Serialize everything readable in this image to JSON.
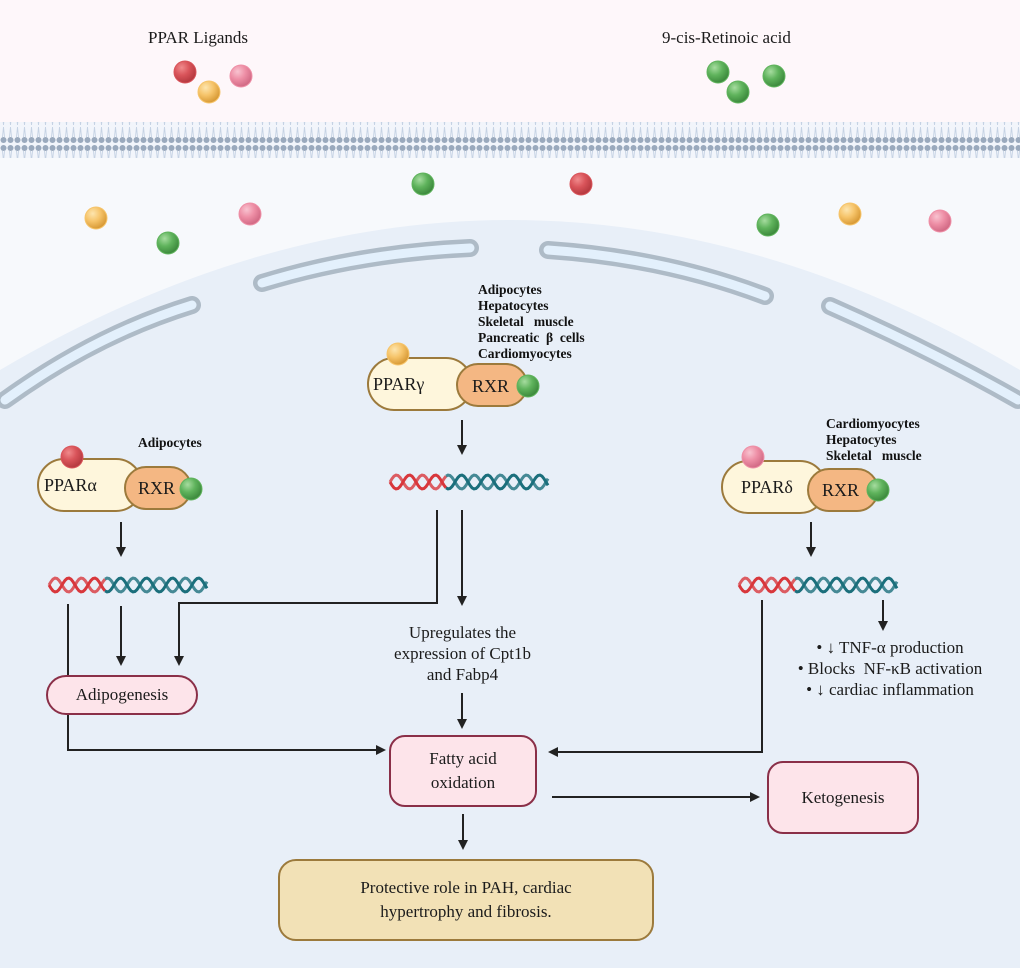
{
  "extracellular": {
    "ligands_label": "PPAR Ligands",
    "retinoic_label": "9-cis-Retinoic acid"
  },
  "ligand_colors": {
    "red": "#d9545a",
    "yellow": "#f6c46a",
    "pink": "#ee8fa6",
    "green": "#5fb35c"
  },
  "complexes": {
    "gamma": {
      "receptor": "PPARγ",
      "partner": "RXR",
      "ligand": "yellow",
      "cells": [
        "Adipocytes",
        "Hepatocytes",
        "Skeletal   muscle",
        "Pancreatic  β  cells",
        "Cardiomyocytes"
      ]
    },
    "alpha": {
      "receptor": "PPARα",
      "partner": "RXR",
      "ligand": "red",
      "cells": [
        "Adipocytes"
      ]
    },
    "delta": {
      "receptor": "PPARδ",
      "partner": "RXR",
      "ligand": "pink",
      "cells": [
        "Cardiomyocytes",
        "Hepatocytes",
        "Skeletal   muscle"
      ]
    }
  },
  "outcomes": {
    "upregulates": [
      "Upregulates the",
      "expression of Cpt1b",
      "and Fabp4"
    ],
    "adipogenesis": "Adipogenesis",
    "fatty_acid_oxidation": [
      "Fatty acid",
      "oxidation"
    ],
    "ketogenesis": "Ketogenesis",
    "protective": [
      "Protective role in PAH, cardiac",
      "hypertrophy and fibrosis."
    ],
    "delta_effects": [
      "• ↓ TNF-α production",
      "• Blocks  NF-κB activation",
      "• ↓ cardiac inflammation"
    ]
  },
  "colors": {
    "extracellular_bg": "#fef7fa",
    "cytoplasm_bg": "#f7f9fc",
    "nucleus_bg": "#e8eff8",
    "membrane": "#9aa9bd",
    "envelope_stroke": "#aebbc7",
    "envelope_fill": "#e3f0fc",
    "ppar_fill": "#fef6dc",
    "ppar_stroke": "#9c7a3c",
    "rxr_fill": "#f4b783",
    "rxr_stroke": "#9c7a3c",
    "dna_red": "#d8373c",
    "dna_teal": "#1b6f7c",
    "arrow": "#222222"
  }
}
